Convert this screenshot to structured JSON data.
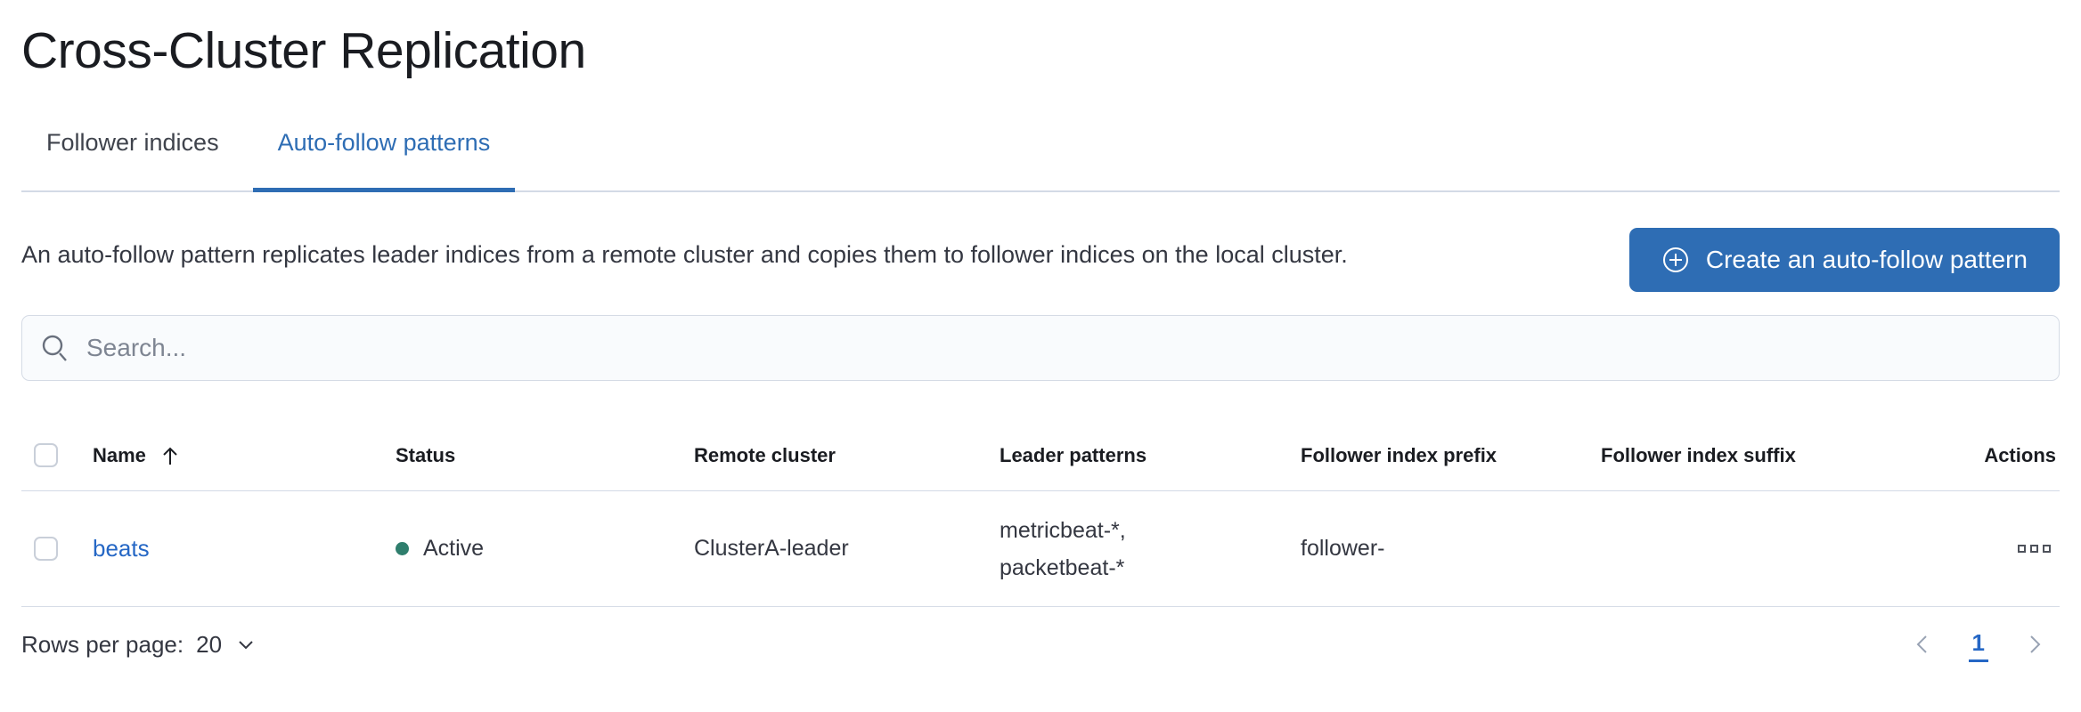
{
  "page": {
    "title": "Cross-Cluster Replication"
  },
  "tabs": [
    {
      "label": "Follower indices",
      "active": false
    },
    {
      "label": "Auto-follow patterns",
      "active": true
    }
  ],
  "header": {
    "description": "An auto-follow pattern replicates leader indices from a remote cluster and copies them to follower indices on the local cluster.",
    "create_button_label": "Create an auto-follow pattern",
    "create_button_icon": "plus-in-circle-icon"
  },
  "search": {
    "placeholder": "Search...",
    "value": "",
    "icon": "search-icon"
  },
  "table": {
    "columns": [
      "Name",
      "Status",
      "Remote cluster",
      "Leader patterns",
      "Follower index prefix",
      "Follower index suffix",
      "Actions"
    ],
    "sort": {
      "column": "Name",
      "direction": "ascending",
      "icon": "sort-ascending-arrow-icon"
    },
    "rows": [
      {
        "name": "beats",
        "status": "Active",
        "remote_cluster": "ClusterA-leader",
        "leader_patterns": "metricbeat-*, packetbeat-*",
        "leader_patterns_lines": [
          "metricbeat-*,",
          "packetbeat-*"
        ],
        "follower_index_prefix": "follower-",
        "follower_index_suffix": "",
        "actions_icon": "boxes-horizontal-icon"
      }
    ]
  },
  "footer": {
    "rows_per_page_label": "Rows per page:",
    "rows_per_page_value": "20",
    "rows_per_page_icon": "chevron-down-icon",
    "pagination": {
      "prev_icon": "chevron-left-icon",
      "current_page": "1",
      "next_icon": "chevron-right-icon"
    }
  },
  "colors": {
    "primary": "#2e6db4",
    "link": "#2567c5",
    "status_active_dot": "#2f7e6d",
    "text": "#343741",
    "border": "#d3dae6",
    "muted": "#98a2b3"
  }
}
